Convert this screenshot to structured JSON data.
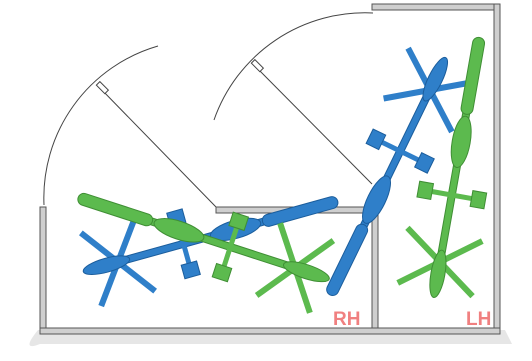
{
  "labels": {
    "right_hand": "RH",
    "left_hand": "LH"
  },
  "colors": {
    "blue_unit": "#2f7fc9",
    "blue_outline": "#1b5d9c",
    "green_unit": "#5cba4e",
    "green_outline": "#3f8e34",
    "label": "#f08080",
    "wall_fill": "#cfcfcf",
    "wall_edge": "#555555",
    "floor_shadow": "#e6e6e6",
    "door_swing": "#444444"
  },
  "icons": {
    "wheel": "cross-stand",
    "pedal": "square-pedal",
    "seat": "saddle"
  }
}
